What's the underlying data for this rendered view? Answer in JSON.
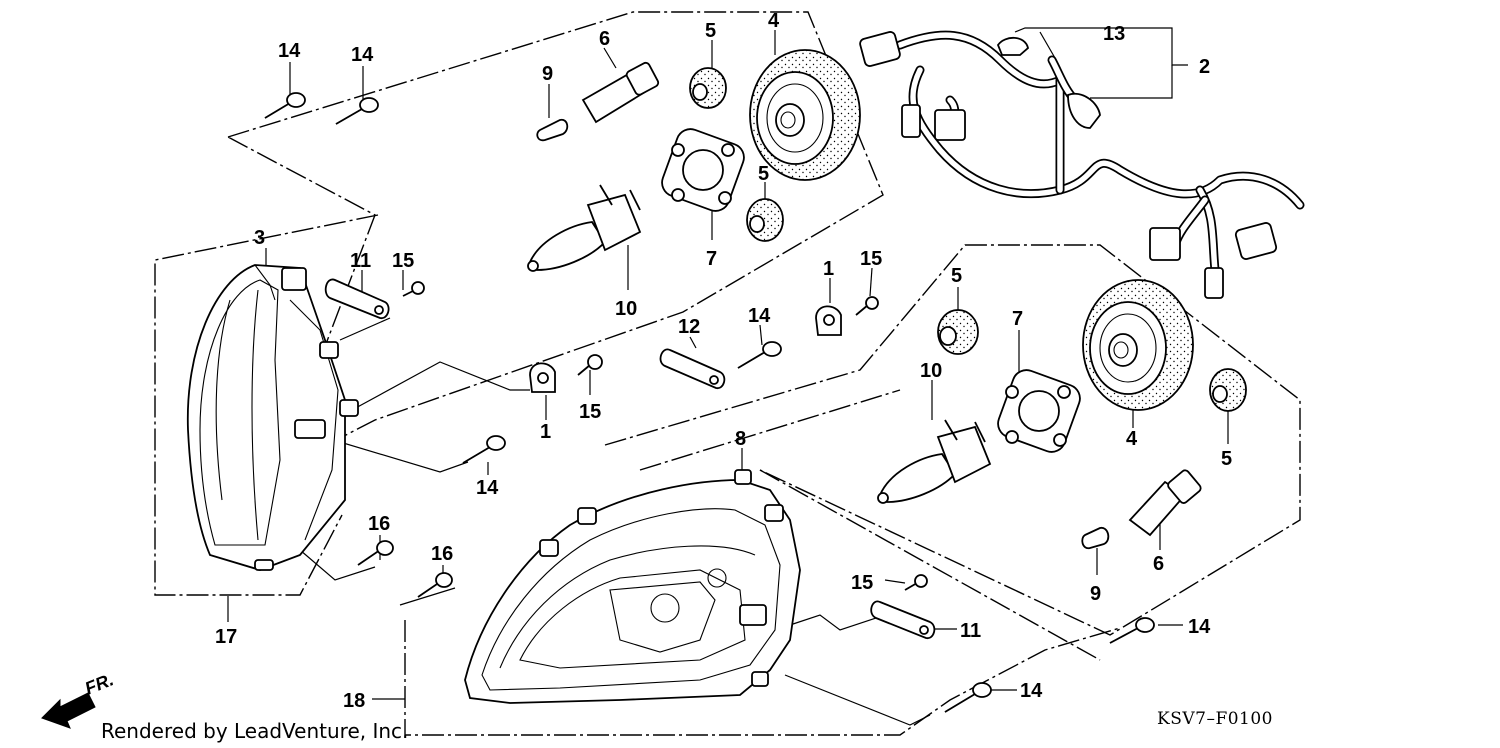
{
  "diagram": {
    "callouts": [
      {
        "id": "c1a",
        "text": "14"
      },
      {
        "id": "c1b",
        "text": "14"
      },
      {
        "id": "c2",
        "text": "6"
      },
      {
        "id": "c3",
        "text": "9"
      },
      {
        "id": "c4",
        "text": "5"
      },
      {
        "id": "c5",
        "text": "4"
      },
      {
        "id": "c6",
        "text": "13"
      },
      {
        "id": "c7",
        "text": "2"
      },
      {
        "id": "c8",
        "text": "5"
      },
      {
        "id": "c9",
        "text": "7"
      },
      {
        "id": "c10",
        "text": "10"
      },
      {
        "id": "c11",
        "text": "3"
      },
      {
        "id": "c12",
        "text": "11"
      },
      {
        "id": "c13",
        "text": "15"
      },
      {
        "id": "c14",
        "text": "1"
      },
      {
        "id": "c15",
        "text": "15"
      },
      {
        "id": "c16",
        "text": "12"
      },
      {
        "id": "c17",
        "text": "14"
      },
      {
        "id": "c18",
        "text": "1"
      },
      {
        "id": "c19",
        "text": "15"
      },
      {
        "id": "c20",
        "text": "5"
      },
      {
        "id": "c21",
        "text": "7"
      },
      {
        "id": "c22",
        "text": "10"
      },
      {
        "id": "c23",
        "text": "4"
      },
      {
        "id": "c24",
        "text": "5"
      },
      {
        "id": "c25",
        "text": "8"
      },
      {
        "id": "c26",
        "text": "14"
      },
      {
        "id": "c27",
        "text": "16"
      },
      {
        "id": "c28",
        "text": "16"
      },
      {
        "id": "c29",
        "text": "6"
      },
      {
        "id": "c30",
        "text": "9"
      },
      {
        "id": "c31",
        "text": "15"
      },
      {
        "id": "c32",
        "text": "11"
      },
      {
        "id": "c33",
        "text": "14"
      },
      {
        "id": "c34",
        "text": "14"
      },
      {
        "id": "c35",
        "text": "17"
      },
      {
        "id": "c36",
        "text": "18"
      }
    ],
    "direction_label": "FR.",
    "credit": "Rendered by LeadVenture, Inc.",
    "code": "KSV7–F0100"
  }
}
